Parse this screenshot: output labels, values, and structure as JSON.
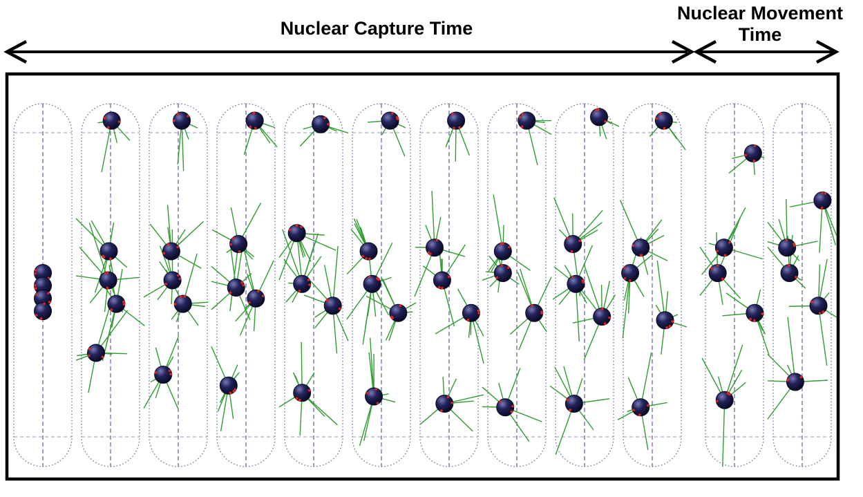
{
  "labels": {
    "capture_line1": "Nuclear Capture Time",
    "movement_line1": "Nuclear Movement",
    "movement_line2": "Time"
  },
  "colors": {
    "frame": "#000000",
    "nucleus": "#15153f",
    "nucleus_highlight": "#7a7ab8",
    "kinetochore": "#e0271d",
    "microtubule": "#2e9c2e",
    "guide": "#6a6a9a"
  },
  "panels": [
    {
      "id": "p1",
      "nuclei": [
        [
          0.5,
          0.44
        ],
        [
          0.5,
          0.475
        ],
        [
          0.5,
          0.51
        ],
        [
          0.5,
          0.545
        ]
      ],
      "mt": []
    },
    {
      "id": "p2",
      "nuclei": [
        [
          0.52,
          0.02
        ],
        [
          0.47,
          0.38
        ],
        [
          0.46,
          0.46
        ],
        [
          0.6,
          0.525
        ],
        [
          0.25,
          0.66
        ]
      ],
      "mt": 7
    },
    {
      "id": "p3",
      "nuclei": [
        [
          0.56,
          0.02
        ],
        [
          0.38,
          0.38
        ],
        [
          0.4,
          0.46
        ],
        [
          0.58,
          0.525
        ],
        [
          0.24,
          0.72
        ]
      ],
      "mt": 7
    },
    {
      "id": "p4",
      "nuclei": [
        [
          0.65,
          0.02
        ],
        [
          0.37,
          0.36
        ],
        [
          0.33,
          0.48
        ],
        [
          0.67,
          0.51
        ],
        [
          0.2,
          0.75
        ]
      ],
      "mt": 7
    },
    {
      "id": "p5",
      "nuclei": [
        [
          0.62,
          0.03
        ],
        [
          0.21,
          0.33
        ],
        [
          0.3,
          0.47
        ],
        [
          0.83,
          0.53
        ],
        [
          0.3,
          0.77
        ]
      ],
      "mt": 8
    },
    {
      "id": "p6",
      "nuclei": [
        [
          0.65,
          0.02
        ],
        [
          0.28,
          0.38
        ],
        [
          0.34,
          0.47
        ],
        [
          0.79,
          0.55
        ],
        [
          0.37,
          0.78
        ]
      ],
      "mt": 7
    },
    {
      "id": "p7",
      "nuclei": [
        [
          0.62,
          0.02
        ],
        [
          0.25,
          0.37
        ],
        [
          0.38,
          0.46
        ],
        [
          0.88,
          0.55
        ],
        [
          0.42,
          0.8
        ]
      ],
      "mt": 6
    },
    {
      "id": "p8",
      "nuclei": [
        [
          0.67,
          0.02
        ],
        [
          0.26,
          0.38
        ],
        [
          0.26,
          0.44
        ],
        [
          0.8,
          0.55
        ],
        [
          0.3,
          0.81
        ]
      ],
      "mt": 6
    },
    {
      "id": "p9",
      "nuclei": [
        [
          0.75,
          0.01
        ],
        [
          0.3,
          0.36
        ],
        [
          0.35,
          0.47
        ],
        [
          0.8,
          0.56
        ],
        [
          0.32,
          0.8
        ]
      ],
      "mt": 7
    },
    {
      "id": "p10",
      "nuclei": [
        [
          0.7,
          0.02
        ],
        [
          0.3,
          0.37
        ],
        [
          0.12,
          0.44
        ],
        [
          0.72,
          0.57
        ],
        [
          0.3,
          0.81
        ]
      ],
      "mt": 6
    },
    {
      "id": "p11",
      "nuclei": [
        [
          0.82,
          0.11
        ],
        [
          0.32,
          0.37
        ],
        [
          0.21,
          0.44
        ],
        [
          0.85,
          0.55
        ],
        [
          0.33,
          0.79
        ]
      ],
      "mt": 6
    },
    {
      "id": "p12",
      "nuclei": [
        [
          0.85,
          0.24
        ],
        [
          0.24,
          0.37
        ],
        [
          0.28,
          0.44
        ],
        [
          0.78,
          0.53
        ],
        [
          0.38,
          0.74
        ]
      ],
      "mt": 6
    }
  ]
}
